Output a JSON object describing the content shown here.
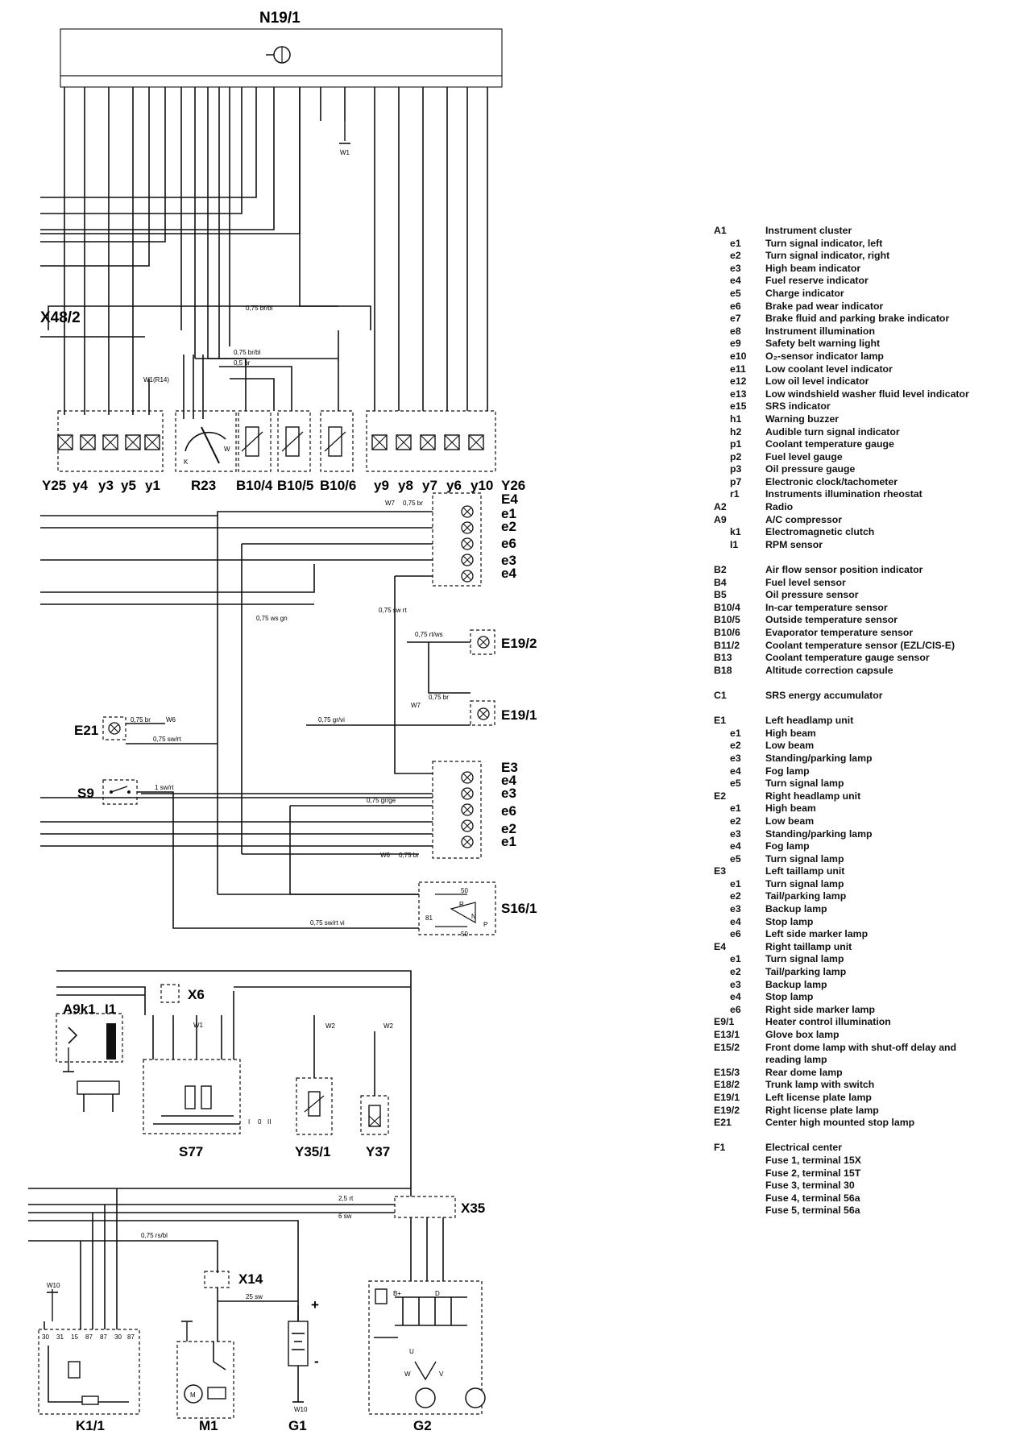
{
  "diagram": {
    "components": {
      "n19_1": "N19/1",
      "x48_2": "X48/2",
      "y25": "Y25",
      "y4": "y4",
      "y3": "y3",
      "y5": "y5",
      "y1": "y1",
      "r23": "R23",
      "b10_4": "B10/4",
      "b10_5": "B10/5",
      "b10_6": "B10/6",
      "y9": "y9",
      "y8": "y8",
      "y7": "y7",
      "y6": "y6",
      "y10": "y10",
      "y26": "Y26",
      "e4": "E4",
      "e19_2": "E19/2",
      "e19_1": "E19/1",
      "e21": "E21",
      "e3": "E3",
      "s9": "S9",
      "s16_1": "S16/1",
      "a9k1": "A9k1",
      "i1": "I1",
      "x6": "X6",
      "s77": "S77",
      "y35_1": "Y35/1",
      "y37": "Y37",
      "x35": "X35",
      "x14": "X14",
      "k1_1": "K1/1",
      "m1": "M1",
      "g1": "G1",
      "g2": "G2"
    },
    "lamp_labels_e4": [
      "e1",
      "e2",
      "e6",
      "e3",
      "e4"
    ],
    "lamp_labels_e3": [
      "e4",
      "e3",
      "e6",
      "e2",
      "e1"
    ],
    "wire_labels": {
      "w1": "0,75 br/bl",
      "w2": "0,75 br/bl",
      "w3": "0,5 br",
      "w4": "0,75 br",
      "w5": "0,75 rt/ws",
      "w6": "0,75 gr/vi",
      "w7": "0,75 br",
      "w8": "0,75 sw/rt",
      "w9": "1 sw/rt",
      "w10": "0,75 gr/ge",
      "w11": "0,75 br",
      "w12": "0,75 sw/rt vi",
      "w13": "2,5 rt",
      "w14": "6 sw",
      "w15": "0,75 rs/bl",
      "w16": "25 sw",
      "w17": "0,75 sw rt",
      "w18": "0,75 ws gn",
      "w19": "0,75 br"
    },
    "ground_labels": [
      "W1",
      "W7",
      "W7",
      "W6",
      "W6",
      "W2",
      "W2",
      "W10",
      "W10",
      "W1(R14)"
    ],
    "switch_labels": [
      "R",
      "N",
      "P",
      "50",
      "50",
      "81"
    ],
    "s77_labels": [
      "I",
      "0",
      "II"
    ],
    "battery_signs": [
      "+",
      "-"
    ],
    "g2_letters": [
      "B+",
      "D",
      "U",
      "W",
      "V"
    ],
    "k1_1_terminals": [
      "30",
      "31",
      "15",
      "87",
      "87",
      "30",
      "87"
    ]
  },
  "legend": [
    {
      "code": "A1",
      "desc": "Instrument cluster",
      "sub": false
    },
    {
      "code": "e1",
      "desc": "Turn signal indicator, left",
      "sub": true
    },
    {
      "code": "e2",
      "desc": "Turn signal indicator, right",
      "sub": true
    },
    {
      "code": "e3",
      "desc": "High beam indicator",
      "sub": true
    },
    {
      "code": "e4",
      "desc": "Fuel reserve indicator",
      "sub": true
    },
    {
      "code": "e5",
      "desc": "Charge indicator",
      "sub": true
    },
    {
      "code": "e6",
      "desc": "Brake pad wear indicator",
      "sub": true
    },
    {
      "code": "e7",
      "desc": "Brake fluid and parking brake indicator",
      "sub": true
    },
    {
      "code": "e8",
      "desc": "Instrument illumination",
      "sub": true
    },
    {
      "code": "e9",
      "desc": "Safety belt warning light",
      "sub": true
    },
    {
      "code": "e10",
      "desc": "O₂-sensor indicator lamp",
      "sub": true
    },
    {
      "code": "e11",
      "desc": "Low coolant level indicator",
      "sub": true
    },
    {
      "code": "e12",
      "desc": "Low oil level indicator",
      "sub": true
    },
    {
      "code": "e13",
      "desc": "Low windshield washer fluid level indicator",
      "sub": true
    },
    {
      "code": "e15",
      "desc": "SRS indicator",
      "sub": true
    },
    {
      "code": "h1",
      "desc": "Warning buzzer",
      "sub": true
    },
    {
      "code": "h2",
      "desc": "Audible turn signal indicator",
      "sub": true
    },
    {
      "code": "p1",
      "desc": "Coolant temperature gauge",
      "sub": true
    },
    {
      "code": "p2",
      "desc": "Fuel level gauge",
      "sub": true
    },
    {
      "code": "p3",
      "desc": "Oil pressure gauge",
      "sub": true
    },
    {
      "code": "p7",
      "desc": "Electronic clock/tachometer",
      "sub": true
    },
    {
      "code": "r1",
      "desc": "Instruments illumination rheostat",
      "sub": true
    },
    {
      "code": "A2",
      "desc": "Radio",
      "sub": false
    },
    {
      "code": "A9",
      "desc": "A/C compressor",
      "sub": false
    },
    {
      "code": "k1",
      "desc": "Electromagnetic clutch",
      "sub": true
    },
    {
      "code": "I1",
      "desc": "RPM sensor",
      "sub": true
    },
    {
      "code": "B2",
      "desc": "Air flow sensor position indicator",
      "sub": false,
      "gap": true
    },
    {
      "code": "B4",
      "desc": "Fuel level sensor",
      "sub": false
    },
    {
      "code": "B5",
      "desc": "Oil pressure sensor",
      "sub": false
    },
    {
      "code": "B10/4",
      "desc": "In-car temperature sensor",
      "sub": false
    },
    {
      "code": "B10/5",
      "desc": "Outside temperature sensor",
      "sub": false
    },
    {
      "code": "B10/6",
      "desc": "Evaporator temperature sensor",
      "sub": false
    },
    {
      "code": "B11/2",
      "desc": "Coolant temperature sensor (EZL/CIS-E)",
      "sub": false
    },
    {
      "code": "B13",
      "desc": "Coolant temperature gauge sensor",
      "sub": false
    },
    {
      "code": "B18",
      "desc": "Altitude correction capsule",
      "sub": false
    },
    {
      "code": "C1",
      "desc": "SRS energy accumulator",
      "sub": false,
      "gap": true
    },
    {
      "code": "E1",
      "desc": "Left headlamp unit",
      "sub": false,
      "gap": true
    },
    {
      "code": "e1",
      "desc": "High beam",
      "sub": true
    },
    {
      "code": "e2",
      "desc": "Low beam",
      "sub": true
    },
    {
      "code": "e3",
      "desc": "Standing/parking lamp",
      "sub": true
    },
    {
      "code": "e4",
      "desc": "Fog lamp",
      "sub": true
    },
    {
      "code": "e5",
      "desc": "Turn signal lamp",
      "sub": true
    },
    {
      "code": "E2",
      "desc": "Right headlamp unit",
      "sub": false
    },
    {
      "code": "e1",
      "desc": "High beam",
      "sub": true
    },
    {
      "code": "e2",
      "desc": "Low beam",
      "sub": true
    },
    {
      "code": "e3",
      "desc": "Standing/parking lamp",
      "sub": true
    },
    {
      "code": "e4",
      "desc": "Fog lamp",
      "sub": true
    },
    {
      "code": "e5",
      "desc": "Turn signal lamp",
      "sub": true
    },
    {
      "code": "E3",
      "desc": "Left taillamp unit",
      "sub": false
    },
    {
      "code": "e1",
      "desc": "Turn signal lamp",
      "sub": true
    },
    {
      "code": "e2",
      "desc": "Tail/parking lamp",
      "sub": true
    },
    {
      "code": "e3",
      "desc": "Backup lamp",
      "sub": true
    },
    {
      "code": "e4",
      "desc": "Stop lamp",
      "sub": true
    },
    {
      "code": "e6",
      "desc": "Left side marker lamp",
      "sub": true
    },
    {
      "code": "E4",
      "desc": "Right taillamp unit",
      "sub": false
    },
    {
      "code": "e1",
      "desc": "Turn signal lamp",
      "sub": true
    },
    {
      "code": "e2",
      "desc": "Tail/parking lamp",
      "sub": true
    },
    {
      "code": "e3",
      "desc": "Backup lamp",
      "sub": true
    },
    {
      "code": "e4",
      "desc": "Stop lamp",
      "sub": true
    },
    {
      "code": "e6",
      "desc": "Right side marker lamp",
      "sub": true
    },
    {
      "code": "E9/1",
      "desc": "Heater control illumination",
      "sub": false
    },
    {
      "code": "E13/1",
      "desc": "Glove box lamp",
      "sub": false
    },
    {
      "code": "E15/2",
      "desc": "Front dome lamp with shut-off delay and",
      "sub": false
    },
    {
      "code": "",
      "desc": "reading lamp",
      "sub": false
    },
    {
      "code": "E15/3",
      "desc": "Rear dome lamp",
      "sub": false
    },
    {
      "code": "E18/2",
      "desc": "Trunk lamp with switch",
      "sub": false
    },
    {
      "code": "E19/1",
      "desc": "Left license plate lamp",
      "sub": false
    },
    {
      "code": "E19/2",
      "desc": "Right license plate lamp",
      "sub": false
    },
    {
      "code": "E21",
      "desc": "Center high mounted stop lamp",
      "sub": false
    },
    {
      "code": "F1",
      "desc": "Electrical center",
      "sub": false,
      "gap": true
    },
    {
      "code": "",
      "desc": "Fuse 1, terminal 15X",
      "sub": false
    },
    {
      "code": "",
      "desc": "Fuse 2, terminal 15T",
      "sub": false
    },
    {
      "code": "",
      "desc": "Fuse 3, terminal 30",
      "sub": false
    },
    {
      "code": "",
      "desc": "Fuse 4, terminal 56a",
      "sub": false
    },
    {
      "code": "",
      "desc": "Fuse 5, terminal 56a",
      "sub": false
    }
  ]
}
